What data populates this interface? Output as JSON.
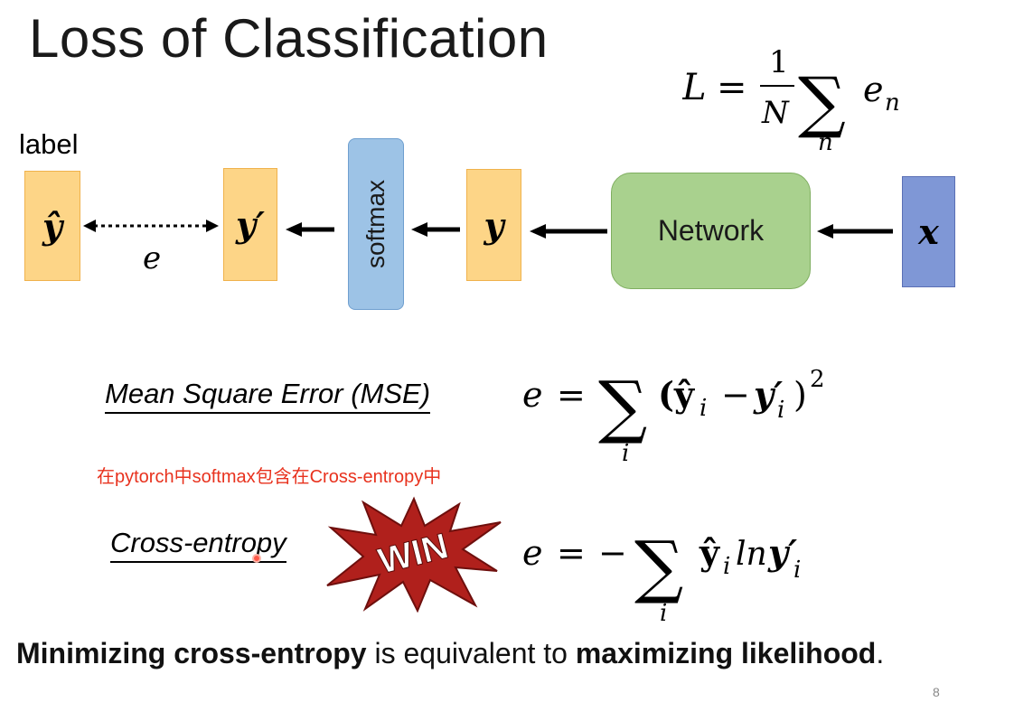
{
  "slide": {
    "title": "Loss of Classification",
    "label_text": "label",
    "page_number": "8"
  },
  "diagram": {
    "y_hat": "ŷ",
    "y_prime": "y′",
    "softmax": "softmax",
    "y": "y",
    "network": "Network",
    "x": "x",
    "error_symbol": "e"
  },
  "loss_formula": {
    "lhs": "L",
    "eq": "=",
    "numerator": "1",
    "denominator": "N",
    "sum_index": "n",
    "term": "e",
    "term_sub": "n"
  },
  "mse": {
    "label": "Mean Square Error (MSE)",
    "formula_lhs": "e",
    "sum_index": "i",
    "body": "(ŷ",
    "body_sub": "i",
    "minus": "−",
    "yp": "y′",
    "yp_sub": "i",
    "close": ")",
    "power": "2"
  },
  "note": {
    "text": "在pytorch中softmax包含在Cross-entropy中",
    "color": "#e8321e"
  },
  "cross_entropy": {
    "label": "Cross-entropy",
    "badge": "WIN",
    "formula_lhs": "e",
    "neg": "−",
    "sum_index": "i",
    "yhat": "ŷ",
    "yhat_sub": "i",
    "ln": "ln",
    "yp": "y′",
    "yp_sub": "i"
  },
  "summary": {
    "part1": "Minimizing cross-entropy",
    "part2": " is equivalent to ",
    "part3": "maximizing likelihood",
    "part4": "."
  },
  "colors": {
    "orange_box": "#fdd587",
    "blue_box": "#9dc3e6",
    "green_box": "#a9d18e",
    "purple_box": "#7f97d6",
    "win_badge": "#b0201c"
  }
}
